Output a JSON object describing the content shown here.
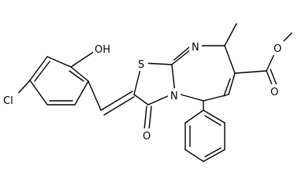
{
  "molecule": {
    "atom_labels": {
      "hydroxyl_oxygen": "OH",
      "chlorine": "Cl",
      "ring_sulfur": "S",
      "ring_nitrogen_upper": "N",
      "ring_nitrogen_lower": "N",
      "carbonyl_oxygen": "O",
      "ester_carbonyl_oxygen": "O",
      "ester_ether_oxygen": "O"
    }
  }
}
